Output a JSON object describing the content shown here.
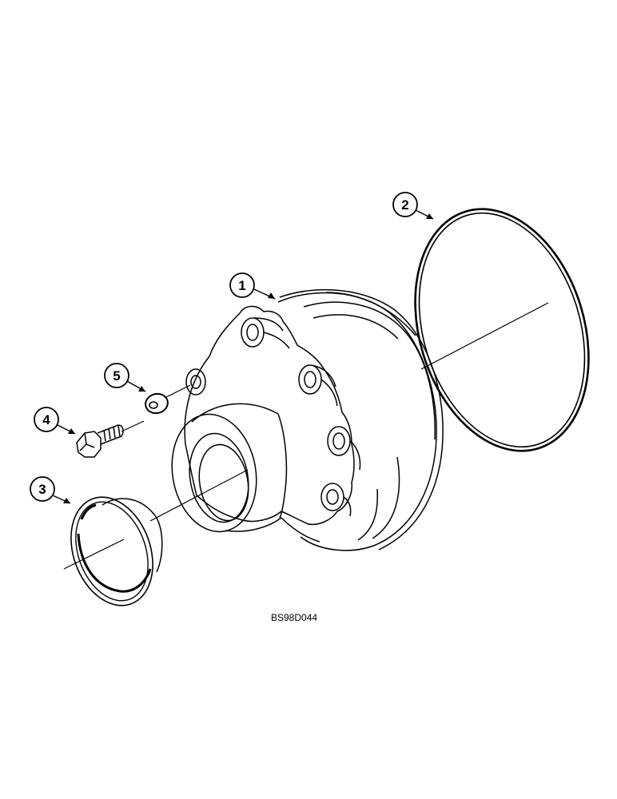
{
  "callouts": {
    "c1": "1",
    "c2": "2",
    "c3": "3",
    "c4": "4",
    "c5": "5"
  },
  "figure_code": "BS98D044",
  "colors": {
    "ink": "#000000",
    "paper": "#ffffff"
  }
}
